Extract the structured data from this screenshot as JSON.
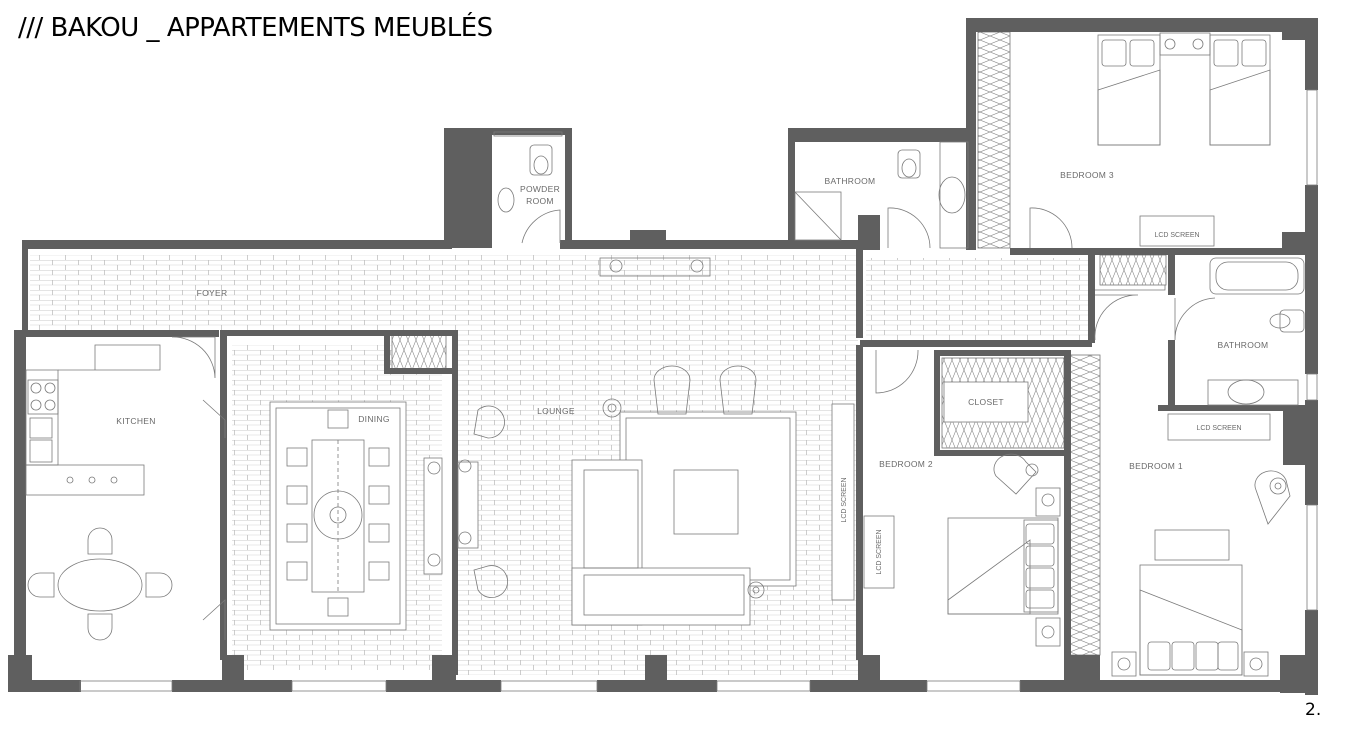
{
  "title": "/// BAKOU _ APPARTEMENTS MEUBLÉS",
  "page_number": "2.",
  "rooms": {
    "powder_room": [
      "POWDER",
      "ROOM"
    ],
    "bathroom_top": "BATHROOM",
    "bedroom_3": "BEDROOM 3",
    "foyer": "FOYER",
    "kitchen": "KITCHEN",
    "dining": "DINING",
    "lounge": "LOUNGE",
    "closet": "CLOSET",
    "bedroom_2": "BEDROOM 2",
    "bedroom_1": "BEDROOM 1",
    "bathroom_right": "BATHROOM"
  },
  "screens": {
    "lounge": "LCD SCREEN",
    "bedroom_2": "LCD SCREEN",
    "bedroom_3": "LCD SCREEN",
    "bedroom_1": "LCD SCREEN"
  },
  "colors": {
    "wall": "#5f5f5f",
    "line": "#7a7a7a",
    "background": "#ffffff"
  }
}
